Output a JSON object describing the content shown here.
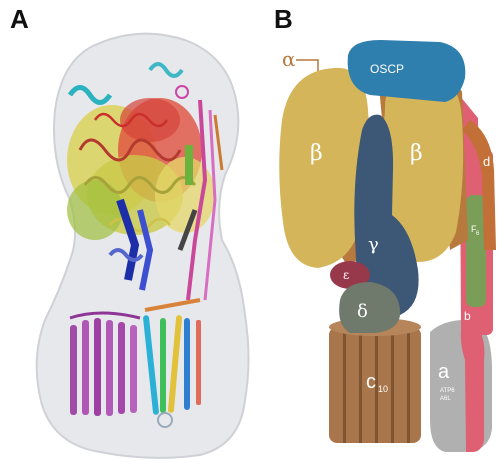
{
  "panels": {
    "a": {
      "label": "A"
    },
    "b": {
      "label": "B"
    }
  },
  "subunits": {
    "alpha": "α",
    "oscp": "OSCP",
    "beta_left": "β",
    "beta_right": "β",
    "gamma": "γ",
    "epsilon": "ε",
    "delta": "δ",
    "d": "d",
    "f6": "F",
    "f6_sub": "6",
    "b": "b",
    "c": "c",
    "c_sub": "10",
    "a": "a",
    "a_note_1": "ATP6",
    "a_note_2": "A6L"
  },
  "colors": {
    "beta": "#d4b55a",
    "alpha": "#b8793e",
    "oscp": "#2e7fae",
    "gamma": "#3d5877",
    "stalk": "#df6072",
    "f6": "#7a9d58",
    "delta": "#6f7a6c",
    "epsilon": "#98384b",
    "c_ring": "#a8764a",
    "a_subunit": "#b0b0b0",
    "density": "#e7e8ec"
  }
}
